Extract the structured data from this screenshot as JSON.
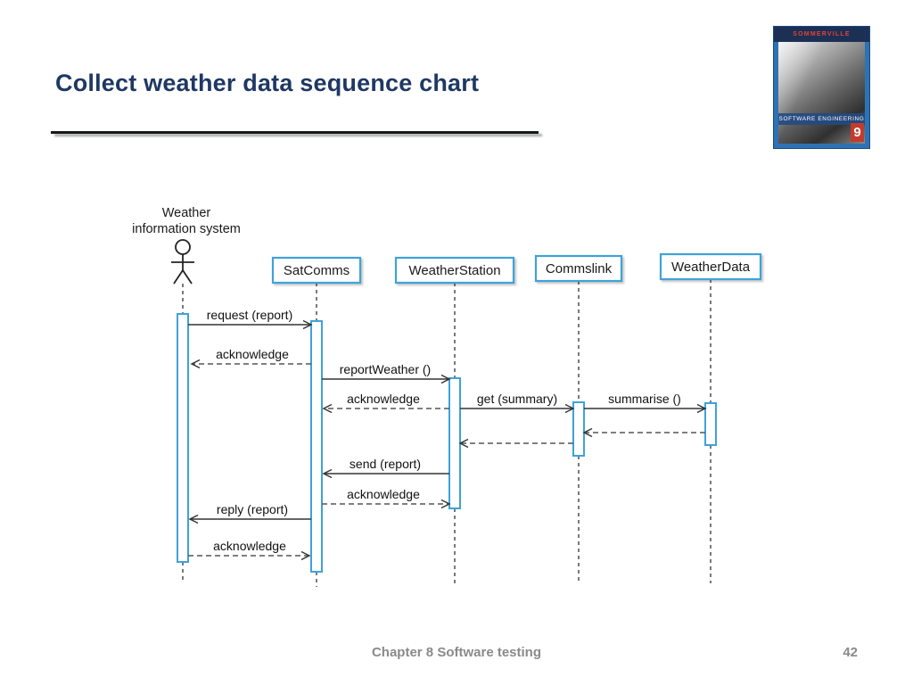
{
  "slide": {
    "title": "Collect weather data sequence chart",
    "footer": {
      "text": "Chapter 8 Software testing",
      "page_number": "42"
    }
  },
  "book_cover": {
    "author": "SOMMERVILLE",
    "series": "SOFTWARE ENGINEERING",
    "edition": "9"
  },
  "colors": {
    "title_navy": "#1f3864",
    "lifeline_blue": "#3fa2d9",
    "footer_gray": "#8a8a8a",
    "cover_blue": "#2e72b5",
    "cover_red": "#c23b2e"
  },
  "diagram": {
    "type": "uml-sequence-chart",
    "actor": {
      "name_line1": "Weather",
      "name_line2": "information system"
    },
    "lifelines": [
      "SatComms",
      "WeatherStation",
      "Commslink",
      "WeatherData"
    ],
    "messages": [
      {
        "label": "request (report)",
        "from": "Weather information system",
        "to": "SatComms",
        "line": "solid"
      },
      {
        "label": "acknowledge",
        "from": "SatComms",
        "to": "Weather information system",
        "line": "dashed"
      },
      {
        "label": "reportWeather ()",
        "from": "SatComms",
        "to": "WeatherStation",
        "line": "solid"
      },
      {
        "label": "acknowledge",
        "from": "WeatherStation",
        "to": "SatComms",
        "line": "dashed"
      },
      {
        "label": "get (summary)",
        "from": "WeatherStation",
        "to": "Commslink",
        "line": "solid"
      },
      {
        "label": "summarise ()",
        "from": "Commslink",
        "to": "WeatherData",
        "line": "solid"
      },
      {
        "label": "",
        "from": "WeatherData",
        "to": "Commslink",
        "line": "dashed"
      },
      {
        "label": "",
        "from": "Commslink",
        "to": "WeatherStation",
        "line": "dashed"
      },
      {
        "label": "send (report)",
        "from": "WeatherStation",
        "to": "SatComms",
        "line": "solid"
      },
      {
        "label": "acknowledge",
        "from": "SatComms",
        "to": "WeatherStation",
        "line": "dashed"
      },
      {
        "label": "reply (report)",
        "from": "SatComms",
        "to": "Weather information system",
        "line": "solid"
      },
      {
        "label": "acknowledge",
        "from": "Weather information system",
        "to": "SatComms",
        "line": "dashed"
      }
    ]
  }
}
